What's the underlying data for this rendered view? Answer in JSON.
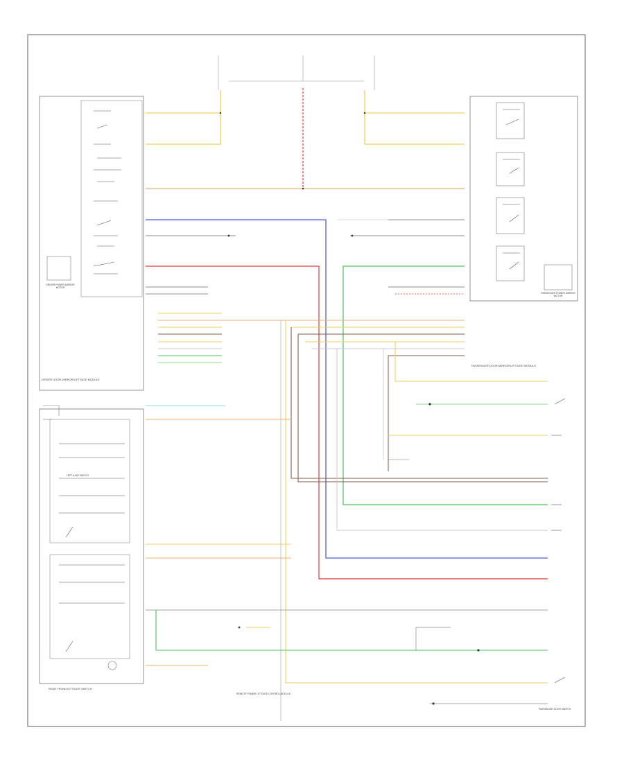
{
  "diagram": {
    "wire_colors": {
      "yellow": "#f0d060",
      "orange": "#f0b070",
      "red": "#e03a3a",
      "blue": "#4a5fd0",
      "green": "#4cc060",
      "light_green": "#8fdc8f",
      "cyan": "#7ee0e0",
      "brown": "#8a5a4a",
      "gray": "#c8c8c8",
      "frame": "#555555"
    },
    "labels": {
      "driver_panel": "DRIVER DOOR MIRROR/LIFTGATE MODULE",
      "rear_panel": "REAR TRUNK/LIFTGATE SWITCH",
      "passenger_panel": "PASSENGER DOOR MIRROR/LIFTGATE MODULE",
      "driver_motor": "DRIVER POWER MIRROR MOTOR",
      "passenger_motor": "PASSENGER POWER MIRROR MOTOR",
      "bottom_module": "REMOTE POWER LIFTGATE CONTROL MODULE",
      "passenger_door_switch": "PASSENGER DOOR SWITCH",
      "left_ajar": "LEFT AJAR SWITCH"
    }
  }
}
